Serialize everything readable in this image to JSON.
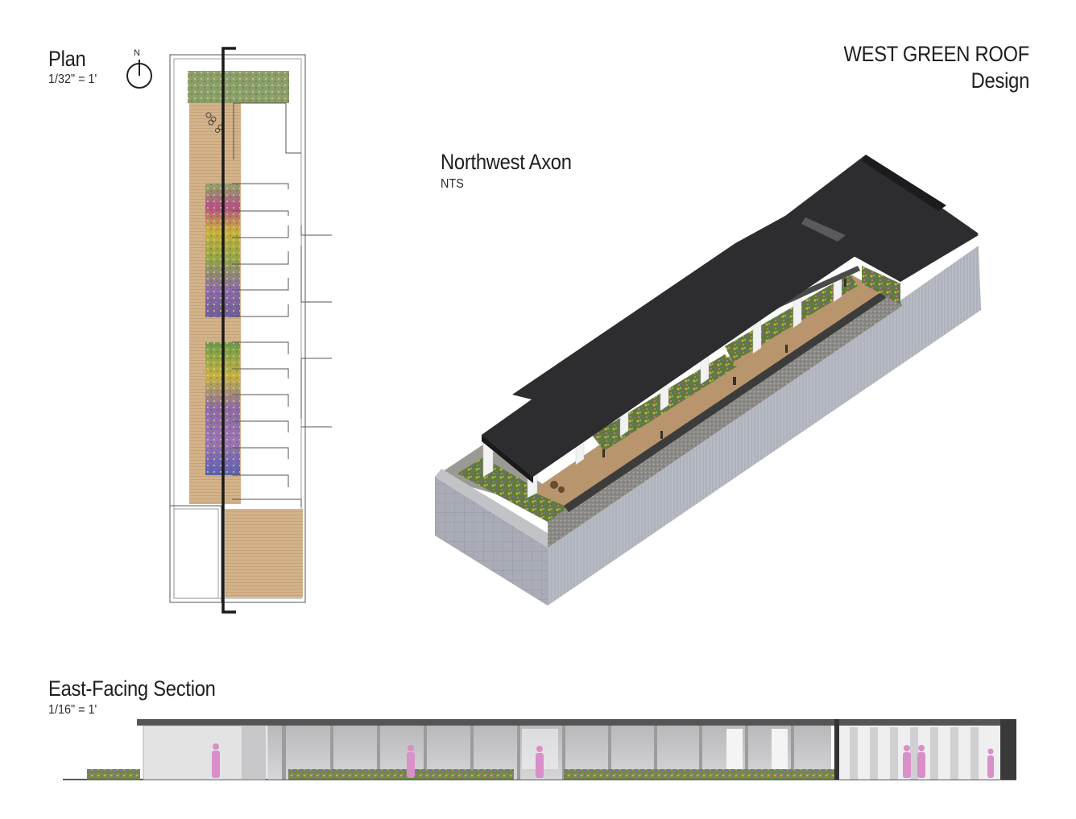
{
  "sheet": {
    "title_line1": "WEST GREEN ROOF",
    "title_line2": "Design"
  },
  "plan": {
    "title": "Plan",
    "scale": "1/32\" = 1'",
    "north_label": "N"
  },
  "axon": {
    "title": "Northwest Axon",
    "scale": "NTS"
  },
  "section": {
    "title": "East-Facing Section",
    "scale": "1/16\" = 1'"
  },
  "colors": {
    "roof": "#2b2b2d",
    "deck": "#c9a57c",
    "facade": "#b9bcc3",
    "planting_green": "#6f8a48",
    "planting_purple": "#7c5f9e",
    "planting_yellow": "#c9b23a",
    "people": "#d98fc8"
  }
}
